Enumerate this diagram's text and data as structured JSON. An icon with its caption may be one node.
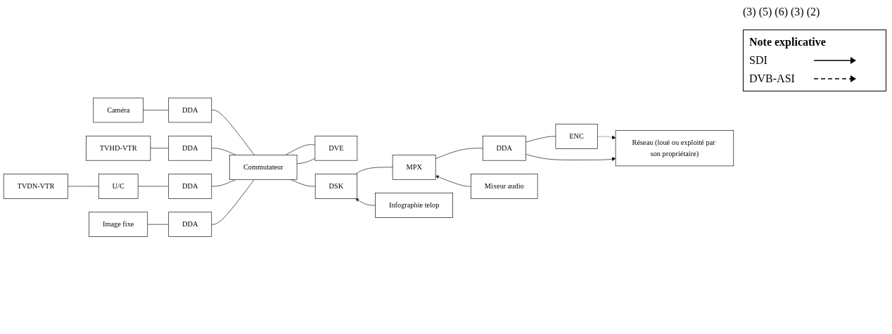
{
  "diagram": {
    "nodes": [
      {
        "text": [
          "Caméra"
        ]
      },
      {
        "text": [
          "DDA"
        ]
      },
      {
        "text": [
          "TVHD-VTR"
        ]
      },
      {
        "text": [
          "DDA"
        ]
      },
      {
        "text": [
          "TVDN-VTR"
        ]
      },
      {
        "text": [
          "U/C"
        ]
      },
      {
        "text": [
          "DDA"
        ]
      },
      {
        "text": [
          "Image fixe"
        ]
      },
      {
        "text": [
          "DDA"
        ]
      },
      {
        "text": [
          "Commutateur"
        ]
      },
      {
        "text": [
          "DVE"
        ]
      },
      {
        "text": [
          "DSK"
        ]
      },
      {
        "text": [
          "Infographie telop"
        ]
      },
      {
        "text": [
          "MPX"
        ]
      },
      {
        "text": [
          "Mixeur audio"
        ]
      },
      {
        "text": [
          "DDA"
        ]
      },
      {
        "text": [
          "ENC"
        ]
      },
      {
        "text": [
          "Réseau (loué ou exploité par son propriétaire)"
        ]
      }
    ],
    "edges": [
      {
        "from": 0,
        "to": 1,
        "arrow": "none"
      },
      {
        "from": 2,
        "to": 3,
        "arrow": "none"
      },
      {
        "from": 4,
        "to": 5,
        "arrow": "none"
      },
      {
        "from": 5,
        "to": 6,
        "arrow": "none"
      },
      {
        "from": 7,
        "to": 8,
        "arrow": "none"
      },
      {
        "from": 1,
        "to": 9,
        "arrow": "none"
      },
      {
        "from": 3,
        "to": 9,
        "arrow": "none"
      },
      {
        "from": 6,
        "to": 9,
        "arrow": "none"
      },
      {
        "from": 8,
        "to": 9,
        "arrow": "none"
      },
      {
        "from": 9,
        "to": 10,
        "arrow": "none"
      },
      {
        "from": 10,
        "to": 9,
        "arrow": "none"
      },
      {
        "from": 9,
        "to": 11,
        "arrow": "none"
      },
      {
        "from": 12,
        "to": 11,
        "arrow": "to"
      },
      {
        "from": 11,
        "to": 13,
        "arrow": "none"
      },
      {
        "from": 14,
        "to": 13,
        "arrow": "to"
      },
      {
        "from": 13,
        "to": 15,
        "arrow": "none"
      },
      {
        "from": 15,
        "to": 16,
        "arrow": "none"
      },
      {
        "from": 16,
        "to": 17,
        "arrow": "to",
        "style": "dashed"
      },
      {
        "from": 15,
        "to": 17,
        "arrow": "to"
      }
    ],
    "labels": [
      "(3)",
      "(5)",
      "(6)",
      "(3)",
      "(2)",
      "Note explicative"
    ],
    "legend": [
      {
        "text": "SDI"
      },
      {
        "text": "DVB-ASI"
      }
    ]
  }
}
